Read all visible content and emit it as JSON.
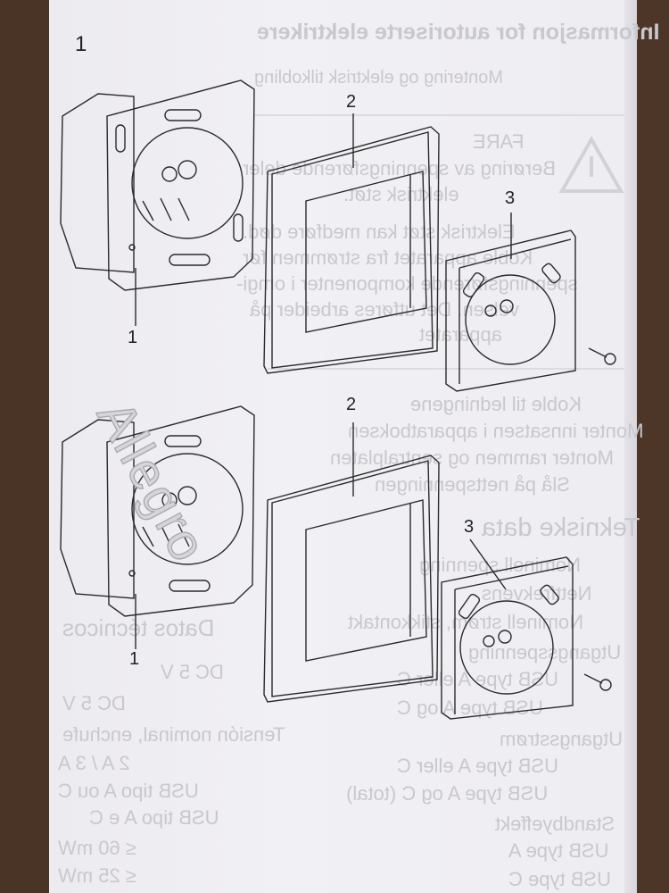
{
  "figure_label": "1",
  "callouts": {
    "insert": "1",
    "frame": "2",
    "cover": "3"
  },
  "watermark": "Allegro",
  "show_through": {
    "heading": "Informasjon for autoriserte elektrikere",
    "subheading": "Montering og elektrisk tilkobling",
    "warning_title": "FARE",
    "warning_lines": [
      "Berøring av spenningsførende deler",
      "elektrisk støt.",
      "Elektrisk støt kan medføre død.",
      "Koble apparatet fra strømmen før",
      "spenningsførende komponenter i omgi-",
      "velsen. Det utføres arbeider på",
      "apparatet"
    ],
    "steps": [
      "Koble til ledningene",
      "Monter innsatsen i apparatboksen",
      "Monter rammen og sentralplaten",
      "Slå på nettspenningen"
    ],
    "tech_title": "Tekniske data",
    "tech_rows": [
      "Nominell spenning",
      "Nettfrekvens",
      "Nominell strøm, stikkontakt",
      "Utgangsspenning",
      "USB type A eller C",
      "USB type A og C",
      "Utgangsstrøm",
      "USB type A eller C",
      "USB type A og C (total)",
      "Standbyeffekt",
      "USB type A",
      "USB type C"
    ],
    "left_lines": [
      "Datos técnicos",
      "DC 5 V",
      "DC 5 V",
      "Tensión nominal, enchufe",
      "2 A / 3 A",
      "USB tipo A ou C",
      "USB tipo A e C",
      "≤ 60 mW",
      "≤ 25 mW"
    ]
  }
}
